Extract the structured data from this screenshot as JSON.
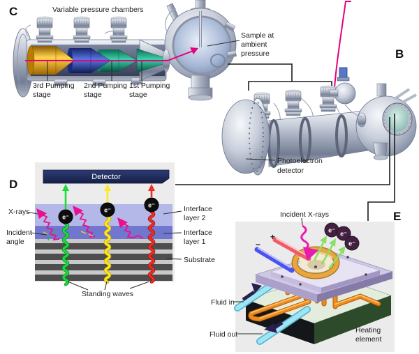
{
  "figure": {
    "type": "scientific-instrument-diagram",
    "panels": {
      "c": {
        "letter": "C",
        "title": "Variable pressure chambers",
        "stages": [
          {
            "line1": "3rd Pumping",
            "line2": "stage"
          },
          {
            "line1": "2nd Pumping",
            "line2": "stage"
          },
          {
            "line1": "1st Pumping",
            "line2": "stage"
          }
        ],
        "sample": {
          "line1": "Sample at",
          "line2": "ambient",
          "line3": "pressure"
        }
      },
      "b": {
        "letter": "B",
        "detector": {
          "line1": "Photoelectron",
          "line2": "detector"
        }
      },
      "d": {
        "letter": "D",
        "detector_bar": "Detector",
        "xrays": "X-rays",
        "incident": {
          "line1": "Incident",
          "line2": "angle"
        },
        "interface2": {
          "line1": "Interface",
          "line2": "layer 2"
        },
        "interface1": {
          "line1": "Interface",
          "line2": "layer 1"
        },
        "substrate": "Substrate",
        "standing_waves": "Standing waves",
        "electron": "e⁻"
      },
      "e": {
        "letter": "E",
        "incident_xrays": "Incident X-rays",
        "plus": "+",
        "minus": "−",
        "fluid_in": "Fluid in",
        "fluid_out": "Fluid out",
        "heating": {
          "line1": "Heating",
          "line2": "element"
        },
        "electron": "e⁻"
      }
    },
    "colors": {
      "beam_magenta": "#e6007e",
      "stage3_orange": "#e8a020",
      "stage2_blue": "#2f4fc4",
      "stage1_teal": "#19a886",
      "detector_navy": "#1e2b5c",
      "interface2_lavender": "#b4b8e8",
      "interface1_violet": "#7176ce",
      "substrate_dark": "#4e4e4e",
      "wave_green": "#1ddc3c",
      "wave_yellow": "#ffe81e",
      "wave_red": "#ee2e24",
      "panel_bg_gray": "#ececec",
      "fluid_cyan": "#8fdff0",
      "heater_orange": "#e0821c",
      "window_teal": "#9fc9bf"
    }
  }
}
